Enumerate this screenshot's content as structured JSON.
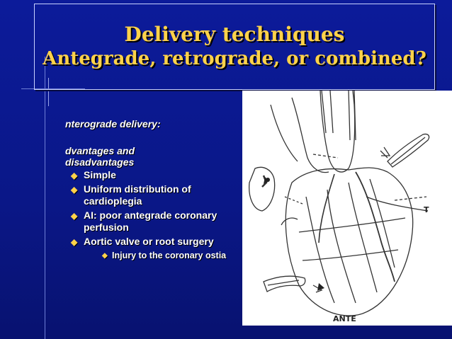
{
  "title": {
    "line1": "Delivery techniques",
    "line2": "Antegrade, retrograde, or combined?"
  },
  "body": {
    "heading": "nterograde delivery:",
    "subheading_line1": "dvantages and",
    "subheading_line2": "disadvantages",
    "bullets": [
      "Simple",
      "Uniform distribution of cardioplegia",
      "AI: poor antegrade coronary perfusion",
      "Aortic valve or root surgery"
    ],
    "sub_bullets": [
      "Injury to the coronary ostia"
    ]
  },
  "figure": {
    "label_t": "T",
    "label_ante": "ANTE"
  },
  "colors": {
    "background": "#0b1a8f",
    "title_text": "#ffd24a",
    "bullet": "#ffd24a",
    "body_text": "#ffffff"
  }
}
